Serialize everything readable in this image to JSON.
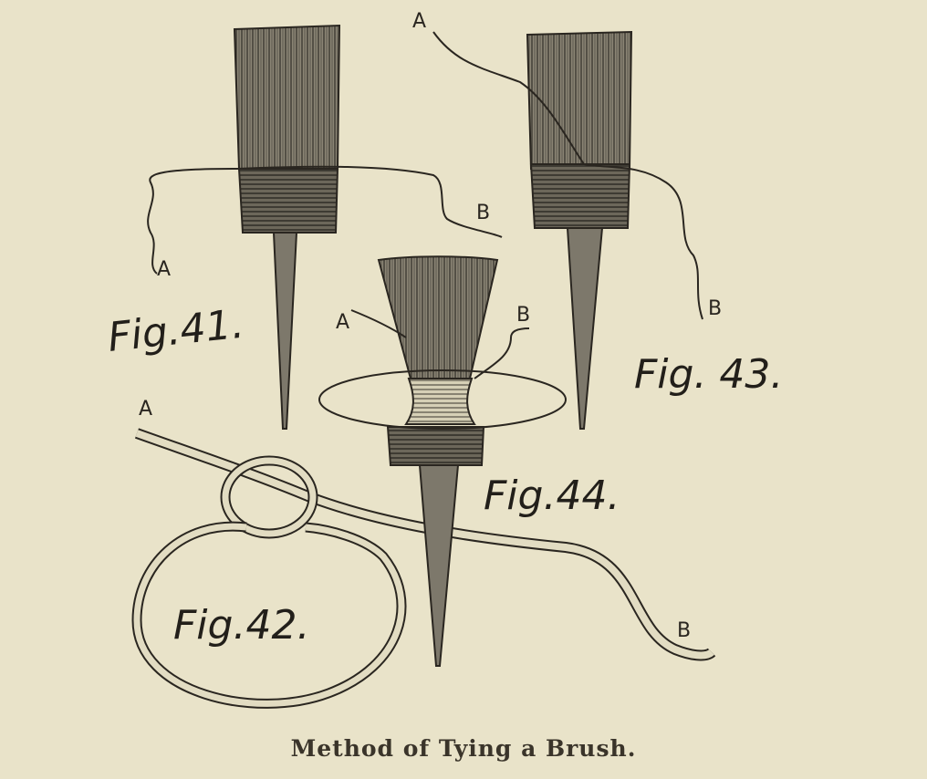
{
  "caption": "Method of Tying a Brush.",
  "figures": {
    "fig41": {
      "label": "Fig.41.",
      "end_a": "A",
      "end_b": "B"
    },
    "fig42": {
      "label": "Fig.42.",
      "end_a": "A",
      "end_b": "B"
    },
    "fig43": {
      "label": "Fig. 43.",
      "end_a": "A",
      "end_b": "B"
    },
    "fig44": {
      "label": "Fig.44.",
      "end_a": "A",
      "end_b": "B"
    }
  },
  "colors": {
    "paper": "#e9e3c9",
    "ink": "#2a2620"
  }
}
